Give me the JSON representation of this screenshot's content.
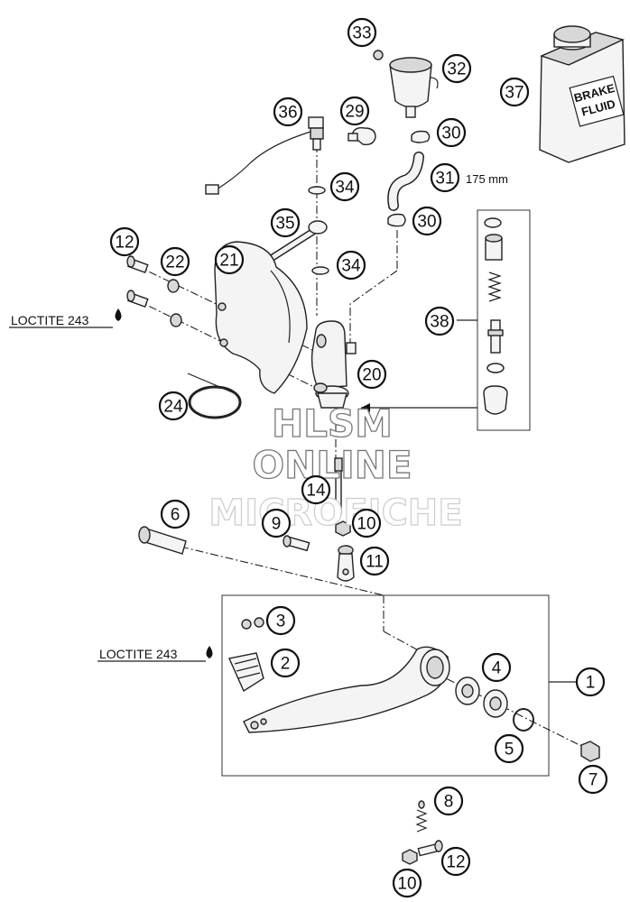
{
  "diagram": {
    "labels": [
      "1",
      "2",
      "3",
      "4",
      "5",
      "6",
      "7",
      "8",
      "9",
      "10",
      "10",
      "11",
      "12",
      "12",
      "14",
      "20",
      "21",
      "22",
      "24",
      "29",
      "30",
      "30",
      "31",
      "32",
      "33",
      "34",
      "34",
      "35",
      "36",
      "37",
      "38"
    ],
    "notes": {
      "loctite_top": "LOCTITE 243",
      "loctite_bottom": "LOCTITE 243",
      "hose_length": "175 mm"
    },
    "jug_text": [
      "BRAKE",
      "FLUID"
    ],
    "watermark": [
      "HLSM",
      "ONLINE",
      "MICROFICHE"
    ]
  }
}
